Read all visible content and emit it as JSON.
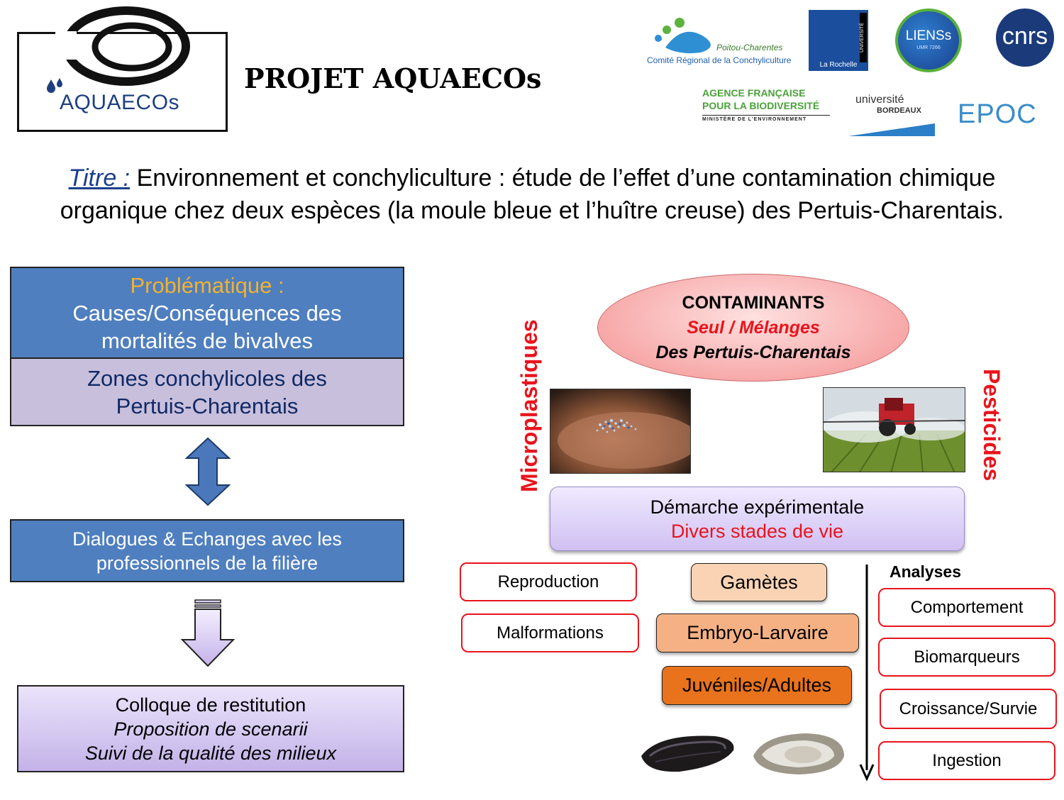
{
  "header": {
    "logo_text": "AQUAECOs",
    "project_title": "PROJET AQUAECOs",
    "partners": {
      "crc_top": "Poitou-Charentes",
      "crc_bottom": "Comité Régional de la Conchyliculture",
      "larochelle": "La Rochelle",
      "larochelle_vertical": "UNIVERSITÉ",
      "liens": "LIENSs",
      "liens_sub": "UMR 7266",
      "cnrs": "cnrs",
      "afb_line1": "AGENCE FRANÇAISE",
      "afb_line2": "POUR LA BIODIVERSITÉ",
      "afb_line3": "MINISTÈRE DE L'ENVIRONNEMENT",
      "ub_line1": "université",
      "ub_line2": "BORDEAUX",
      "epoc": "EPOC"
    }
  },
  "title": {
    "label": "Titre :",
    "text": " Environnement et conchyliculture : étude de l’effet d’une contamination chimique organique chez deux espèces (la moule bleue et l’huître creuse) des Pertuis-Charentais."
  },
  "left": {
    "prob_label": "Problématique :",
    "prob_line1": "Causes/Conséquences des",
    "prob_line2": "mortalités de bivalves",
    "zones_line1": "Zones conchylicoles des",
    "zones_line2": "Pertuis-Charentais",
    "dial_line1": "Dialogues & Echanges avec les",
    "dial_line2": "professionnels de la filière",
    "coll_line1": "Colloque de restitution",
    "coll_line2": "Proposition de scenarii",
    "coll_line3": "Suivi de la qualité des milieux"
  },
  "right": {
    "contaminants": "CONTAMINANTS",
    "seul_melanges": "Seul / Mélanges",
    "des_pertuis": "Des Pertuis-Charentais",
    "microplastiques": "Microplastiques",
    "pesticides": "Pesticides",
    "demarche": "Démarche expérimentale",
    "divers_stades": "Divers stades de vie",
    "reproduction": "Reproduction",
    "malformations": "Malformations",
    "stages": [
      "Gamètes",
      "Embryo-Larvaire",
      "Juvéniles/Adultes"
    ],
    "analyses_label": "Analyses",
    "analyses": [
      "Comportement",
      "Biomarqueurs",
      "Croissance/Survie",
      "Ingestion"
    ]
  },
  "colors": {
    "blue_box": "#4f7fbe",
    "lavender_box": "#c8bfdc",
    "accent_red": "#e8141c",
    "accent_gold": "#f2b130",
    "stage1": "#f9d3b4",
    "stage2": "#f5b184",
    "stage3": "#e8731c"
  }
}
